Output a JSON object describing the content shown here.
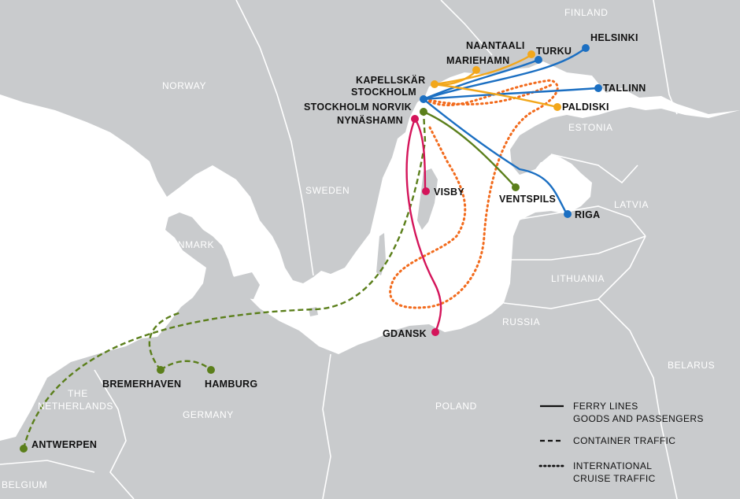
{
  "countries": {
    "finland": "FINLAND",
    "norway": "NORWAY",
    "sweden": "SWEDEN",
    "estonia": "ESTONIA",
    "latvia": "LATVIA",
    "denmark": "DENMARK",
    "lithuania": "LITHUANIA",
    "russia": "RUSSIA",
    "belarus": "BELARUS",
    "netherlands_line1": "THE",
    "netherlands_line2": "NETHERLANDS",
    "germany": "GERMANY",
    "poland": "POLAND",
    "belgium": "BELGIUM"
  },
  "ports": {
    "naantaali": "NAANTAALI",
    "turku": "TURKU",
    "helsinki": "HELSINKI",
    "mariehamn": "MARIEHAMN",
    "kapellskar": "KAPELLSKÄR",
    "stockholm": "STOCKHOLM",
    "tallinn": "TALLINN",
    "stockholm_norvik": "STOCKHOLM NORVIK",
    "paldiski": "PALDISKI",
    "nynashamn": "NYNÄSHAMN",
    "visby": "VISBY",
    "ventspils": "VENTSPILS",
    "riga": "RIGA",
    "gdansk": "GDANSK",
    "bremerhaven": "BREMERHAVEN",
    "hamburg": "HAMBURG",
    "antwerpen": "ANTWERPEN"
  },
  "legend": {
    "ferry_line1": "FERRY LINES",
    "ferry_line2": "GOODS AND PASSENGERS",
    "container": "CONTAINER TRAFFIC",
    "cruise_line1": "INTERNATIONAL",
    "cruise_line2": "CRUISE TRAFFIC"
  },
  "colors": {
    "land": "#c9cbcd",
    "sea": "#ffffff",
    "border": "#ffffff",
    "stockholm_routes": "#1b6fc2",
    "kapellskar_routes": "#f2a71b",
    "nynashamn_routes": "#d4145a",
    "norvik_routes": "#5b7f1b",
    "cruise": "#f26b1d"
  }
}
